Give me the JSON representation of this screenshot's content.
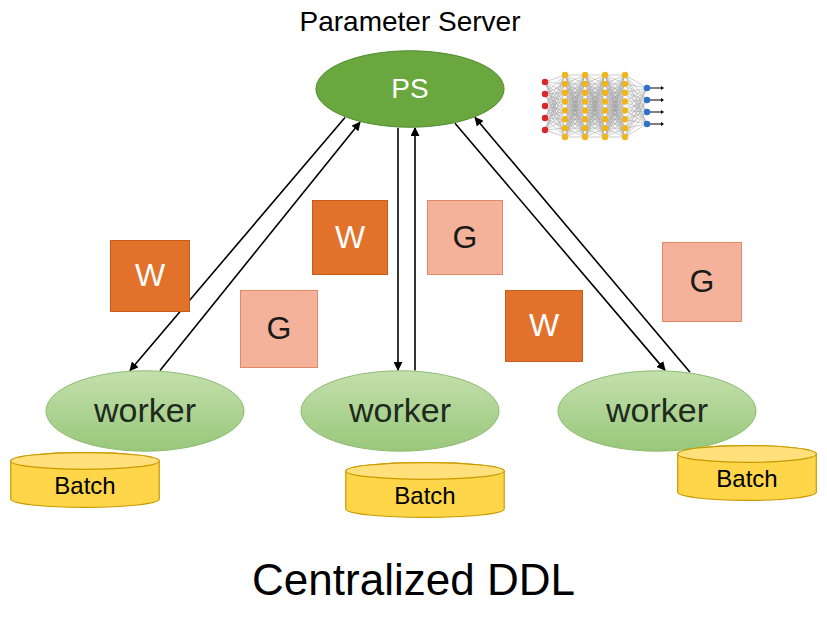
{
  "diagram": {
    "caption": "Centralized DDL",
    "nodes": [
      {
        "text": [
          "Parameter Server",
          "PS"
        ]
      },
      {
        "text": [
          "W"
        ]
      },
      {
        "text": [
          "G"
        ]
      },
      {
        "text": [
          "worker"
        ]
      },
      {
        "text": [
          "Batch"
        ]
      },
      {
        "text": [
          "W"
        ]
      },
      {
        "text": [
          "G"
        ]
      },
      {
        "text": [
          "worker"
        ]
      },
      {
        "text": [
          "Batch"
        ]
      },
      {
        "text": [
          "W"
        ]
      },
      {
        "text": [
          "G"
        ]
      },
      {
        "text": [
          "worker"
        ]
      },
      {
        "text": [
          "Batch"
        ]
      }
    ],
    "edges": [
      {
        "from": 0,
        "to": 3,
        "arrow": "to"
      },
      {
        "from": 3,
        "to": 0,
        "arrow": "to"
      },
      {
        "from": 0,
        "to": 7,
        "arrow": "to"
      },
      {
        "from": 7,
        "to": 0,
        "arrow": "to"
      },
      {
        "from": 0,
        "to": 11,
        "arrow": "to"
      },
      {
        "from": 11,
        "to": 0,
        "arrow": "to"
      }
    ]
  }
}
